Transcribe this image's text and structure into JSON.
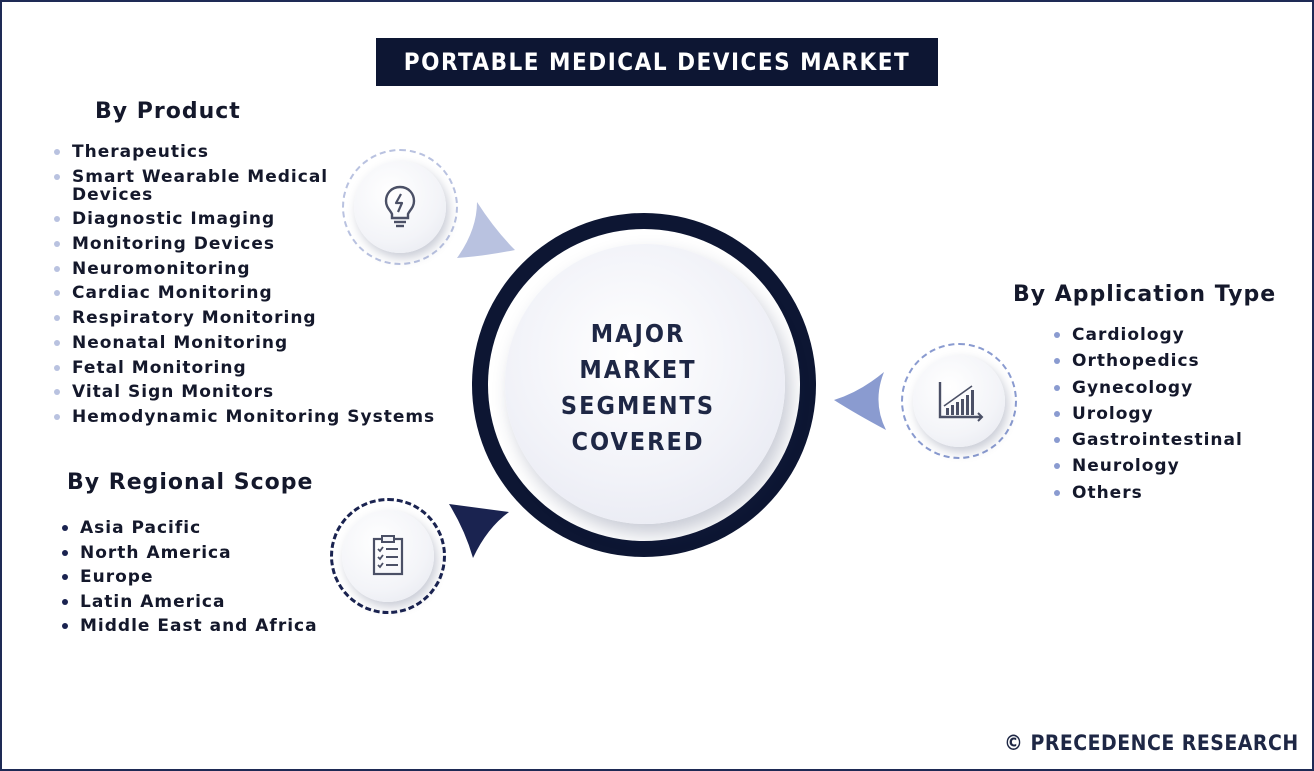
{
  "title": "PORTABLE MEDICAL DEVICES MARKET",
  "center": {
    "lines": [
      "MAJOR",
      "MARKET",
      "SEGMENTS",
      "COVERED"
    ]
  },
  "sections": {
    "product": {
      "heading": "By Product",
      "items": [
        "Therapeutics",
        "Smart Wearable Medical Devices",
        "Diagnostic Imaging",
        "Monitoring Devices",
        "Neuromonitoring",
        "Cardiac Monitoring",
        "Respiratory Monitoring",
        "Neonatal Monitoring",
        "Fetal Monitoring",
        "Vital Sign Monitors",
        "Hemodynamic Monitoring Systems"
      ],
      "icon": "lightbulb-icon"
    },
    "region": {
      "heading": "By Regional Scope",
      "items": [
        "Asia Pacific",
        "North America",
        "Europe",
        "Latin America",
        "Middle East and Africa"
      ],
      "icon": "checklist-icon"
    },
    "application": {
      "heading": "By Application Type",
      "items": [
        "Cardiology",
        "Orthopedics",
        "Gynecology",
        "Urology",
        "Gastrointestinal",
        "Neurology",
        "Others"
      ],
      "icon": "bar-chart-icon"
    }
  },
  "brand": "© PRECEDENCE RESEARCH",
  "colors": {
    "navy": "#0d1633",
    "light_blue": "#b9c2e0",
    "mid_blue": "#8a9bd0"
  }
}
